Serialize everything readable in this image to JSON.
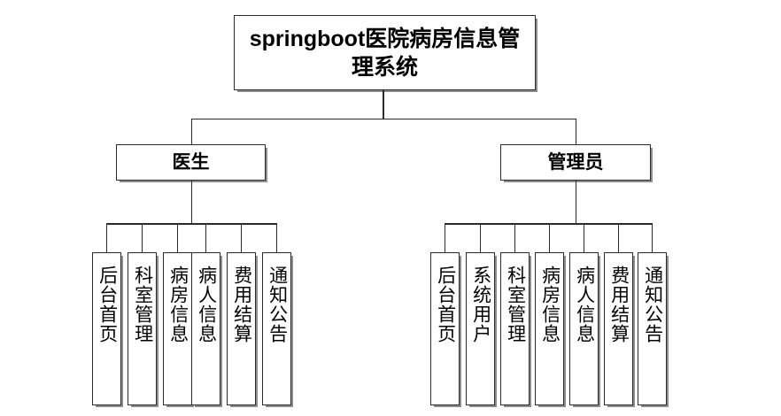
{
  "diagram": {
    "type": "org-tree",
    "title": "springboot医院病房信息管理系统",
    "root": {
      "label": "springboot医院病房信息管理系统"
    },
    "roles": [
      {
        "id": "doctor",
        "label": "医生"
      },
      {
        "id": "admin",
        "label": "管理员"
      }
    ],
    "branches": {
      "doctor": {
        "role_label": "医生",
        "leaves": [
          {
            "label": "后台首页"
          },
          {
            "label": "科室管理"
          },
          {
            "label": "病房信息"
          },
          {
            "label": "病人信息"
          },
          {
            "label": "费用结算"
          },
          {
            "label": "通知公告"
          }
        ]
      },
      "admin": {
        "role_label": "管理员",
        "leaves": [
          {
            "label": "后台首页"
          },
          {
            "label": "系统用户"
          },
          {
            "label": "科室管理"
          },
          {
            "label": "病房信息"
          },
          {
            "label": "病人信息"
          },
          {
            "label": "费用结算"
          },
          {
            "label": "通知公告"
          }
        ]
      }
    },
    "colors": {
      "background": "#ffffff",
      "box_border": "#2b2b2b",
      "box_fill": "#ffffff",
      "box_shadow": "#8d8d8d",
      "connector": "#2b2b2b",
      "text": "#000000"
    }
  }
}
